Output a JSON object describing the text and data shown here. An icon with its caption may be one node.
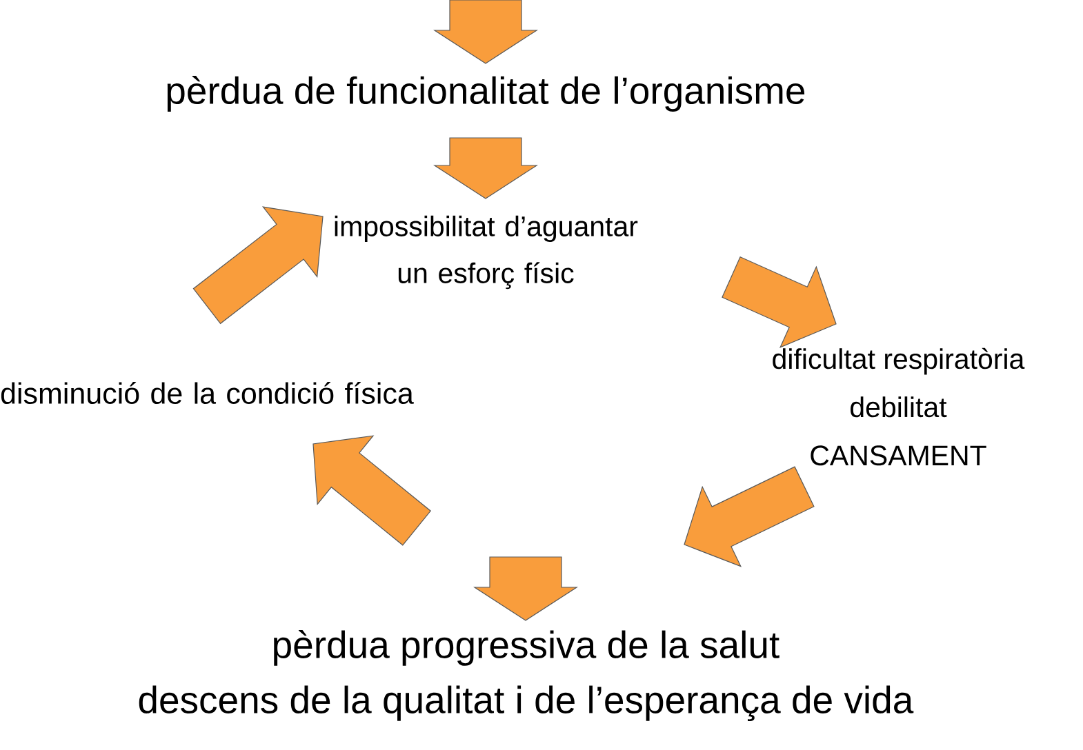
{
  "diagram": {
    "nodes": [
      {
        "text": [
          "pèrdua de funcionalitat de l’organisme"
        ]
      },
      {
        "text": [
          "impossibilitat d’aguantar un esforç físic"
        ]
      },
      {
        "text": [
          "dificultat respiratòria",
          "debilitat",
          "CANSAMENT"
        ]
      },
      {
        "text": [
          "pèrdua progressiva de la salut",
          "descens de la qualitat i de l’esperança de vida"
        ]
      },
      {
        "text": [
          "disminució de la condició física"
        ]
      }
    ],
    "edges": [
      {
        "from": null,
        "to": 0,
        "arrow": "to"
      },
      {
        "from": 0,
        "to": 1,
        "arrow": "to"
      },
      {
        "from": 1,
        "to": 2,
        "arrow": "to"
      },
      {
        "from": 2,
        "to": null,
        "arrow": "to"
      },
      {
        "from": null,
        "to": 3,
        "arrow": "to"
      },
      {
        "from": null,
        "to": 4,
        "arrow": "to"
      },
      {
        "from": 4,
        "to": 1,
        "arrow": "to"
      }
    ]
  }
}
